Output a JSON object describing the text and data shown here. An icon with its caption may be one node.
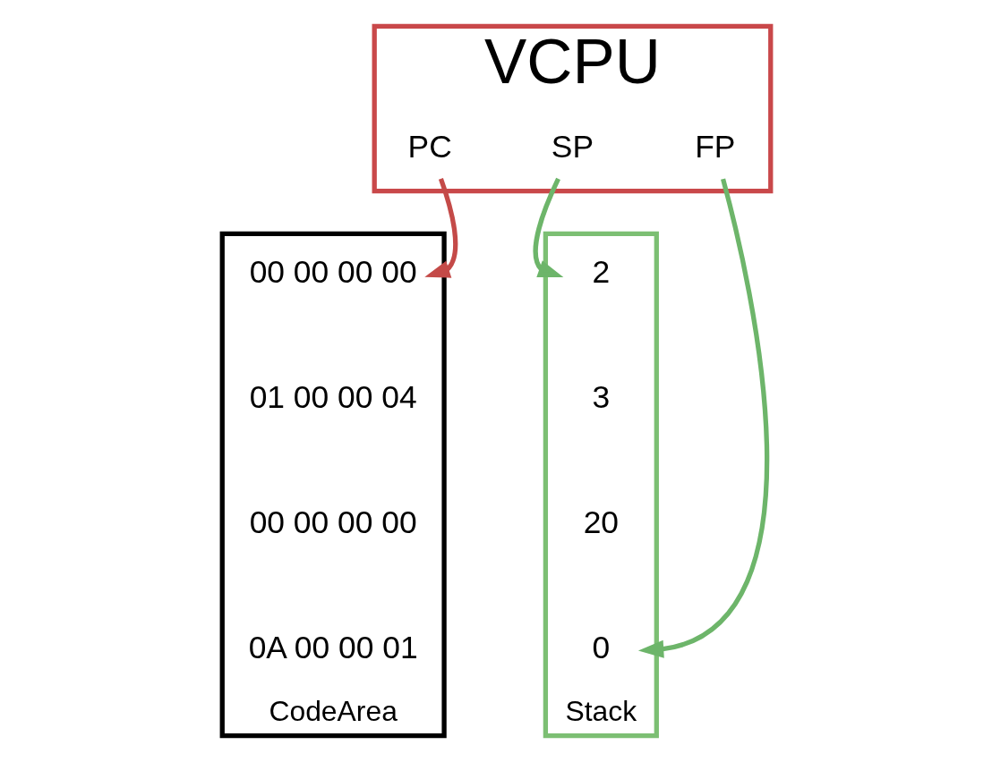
{
  "diagram": {
    "nodes": [
      {
        "text": [
          "VCPU"
        ]
      },
      {
        "text": [
          "PC"
        ],
        "in": 0
      },
      {
        "text": [
          "SP"
        ],
        "in": 0
      },
      {
        "text": [
          "FP"
        ],
        "in": 0
      },
      {
        "text": [
          "CodeArea"
        ]
      },
      {
        "text": [
          "00 00 00 00"
        ],
        "in": 4
      },
      {
        "text": [
          "01 00 00 04"
        ],
        "in": 4
      },
      {
        "text": [
          "00 00 00 00"
        ],
        "in": 4
      },
      {
        "text": [
          "0A 00 00 01"
        ],
        "in": 4
      },
      {
        "text": [
          "Stack"
        ]
      },
      {
        "text": [
          "2"
        ],
        "in": 9
      },
      {
        "text": [
          "3"
        ],
        "in": 9
      },
      {
        "text": [
          "20"
        ],
        "in": 9
      },
      {
        "text": [
          "0"
        ],
        "in": 9
      }
    ],
    "edges": [
      {
        "from": 1,
        "to": 5,
        "arrow": "to",
        "color": "#c44a48"
      },
      {
        "from": 2,
        "to": 10,
        "arrow": "to",
        "color": "#6db56a"
      },
      {
        "from": 3,
        "to": 13,
        "arrow": "to",
        "color": "#6db56a"
      }
    ]
  }
}
